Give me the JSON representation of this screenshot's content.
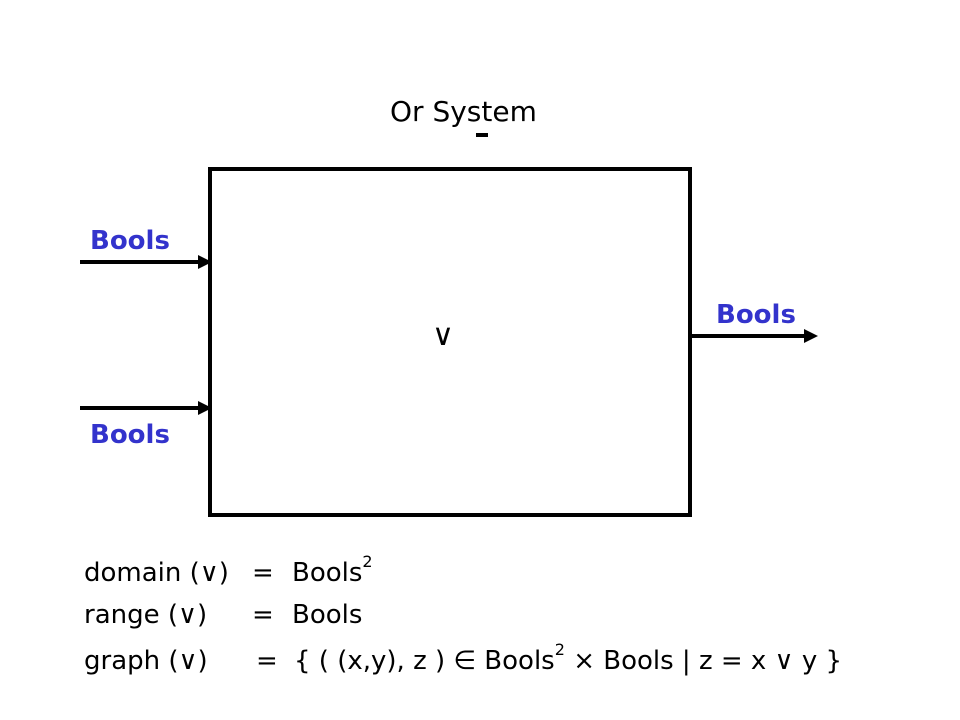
{
  "title": "Or System",
  "operator_symbol": "∨",
  "inputs": [
    {
      "label": "Bools"
    },
    {
      "label": "Bools"
    }
  ],
  "output": {
    "label": "Bools"
  },
  "colors": {
    "label_blue": "#3333cc",
    "stroke": "#000000"
  },
  "definitions": {
    "domain": {
      "left": "domain (∨)",
      "eq": "=",
      "right": "Bools",
      "exponent": "2"
    },
    "range": {
      "left": "range (∨)",
      "eq": "=",
      "right": "Bools"
    },
    "graph": {
      "left": "graph (∨)",
      "eq": "=",
      "part1": "{ ( (x,y), z ) ∈ Bools",
      "exponent": "2",
      "part2": "× Bools | z = x ∨ y }"
    }
  }
}
